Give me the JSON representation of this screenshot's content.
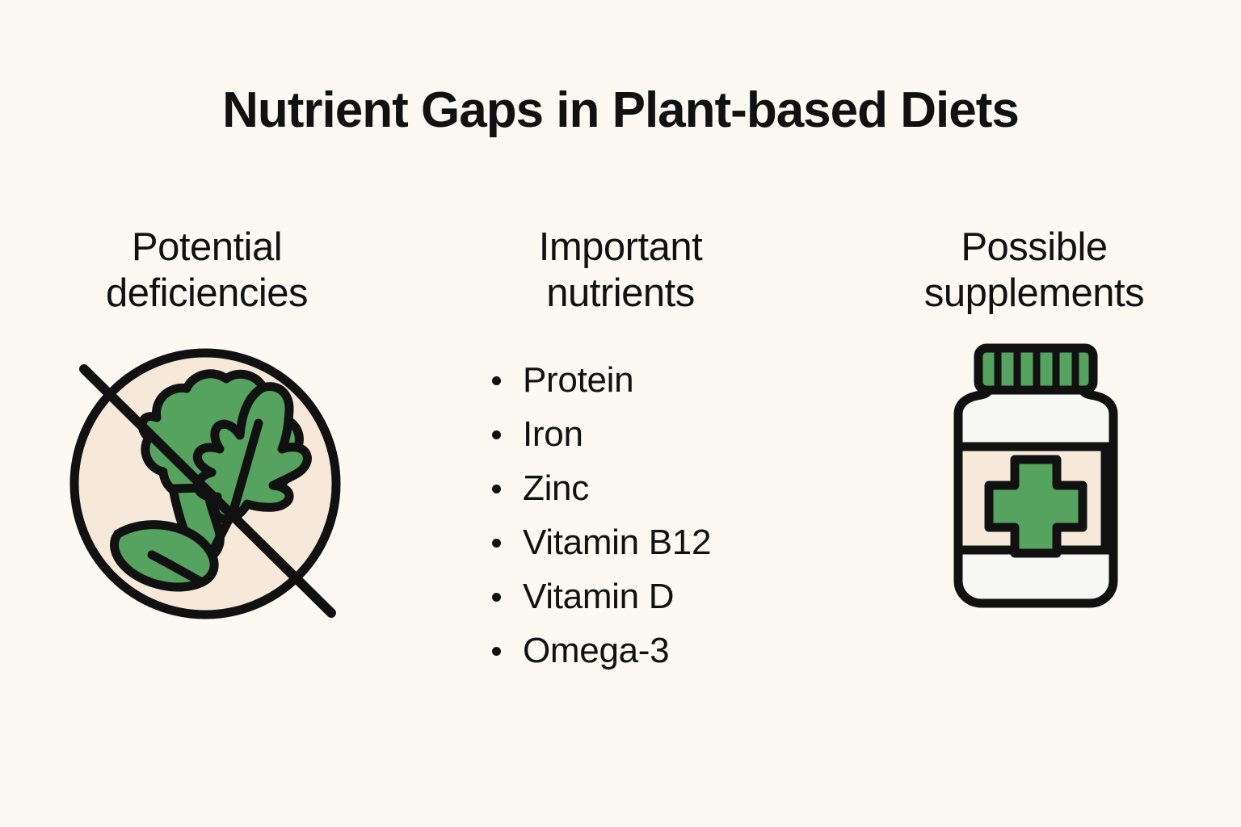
{
  "page": {
    "title": "Nutrient Gaps in Plant-based Diets",
    "background_color": "#FBF9F2",
    "text_color": "#111111",
    "accent_green": "#55A35F",
    "accent_beige": "#F7E9DA",
    "outline_color": "#111111"
  },
  "columns": [
    {
      "id": "potential-deficiencies",
      "heading": "Potential\ndeficiencies",
      "icon": "no-vegetables-icon",
      "icon_description": "crossed-out circle containing broccoli, arugula leaf and small leaf"
    },
    {
      "id": "important-nutrients",
      "heading": "Important\nnutrients",
      "items": [
        "Protein",
        "Iron",
        "Zinc",
        "Vitamin B12",
        "Vitamin D",
        "Omega-3"
      ]
    },
    {
      "id": "possible-supplements",
      "heading": "Possible\nsupplements",
      "icon": "supplement-bottle-icon",
      "icon_description": "pill bottle with green ribbed cap and beige label with green cross"
    }
  ]
}
